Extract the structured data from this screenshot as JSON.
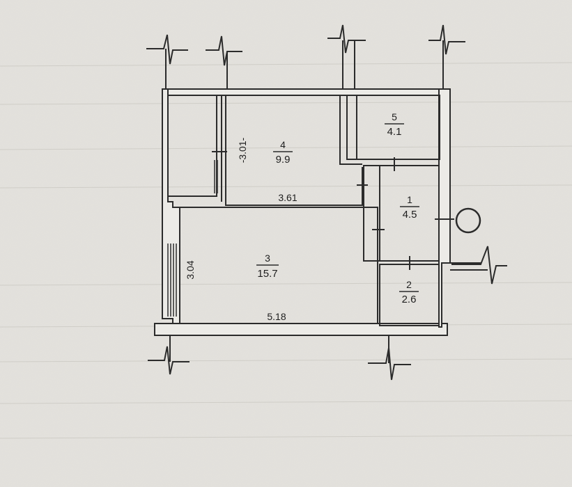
{
  "rooms": [
    {
      "number": "1",
      "area": "4.5"
    },
    {
      "number": "2",
      "area": "2.6"
    },
    {
      "number": "3",
      "area": "15.7"
    },
    {
      "number": "4",
      "area": "9.9"
    },
    {
      "number": "5",
      "area": "4.1"
    }
  ],
  "dimensions": {
    "room4_width": "3.61",
    "room4_height": "-3.01-",
    "room3_width": "5.18",
    "room3_height": "3.04"
  },
  "colors": {
    "paper": "#e4e2dd",
    "wall_fill": "#ecebe7",
    "line": "#2b2b2b"
  }
}
